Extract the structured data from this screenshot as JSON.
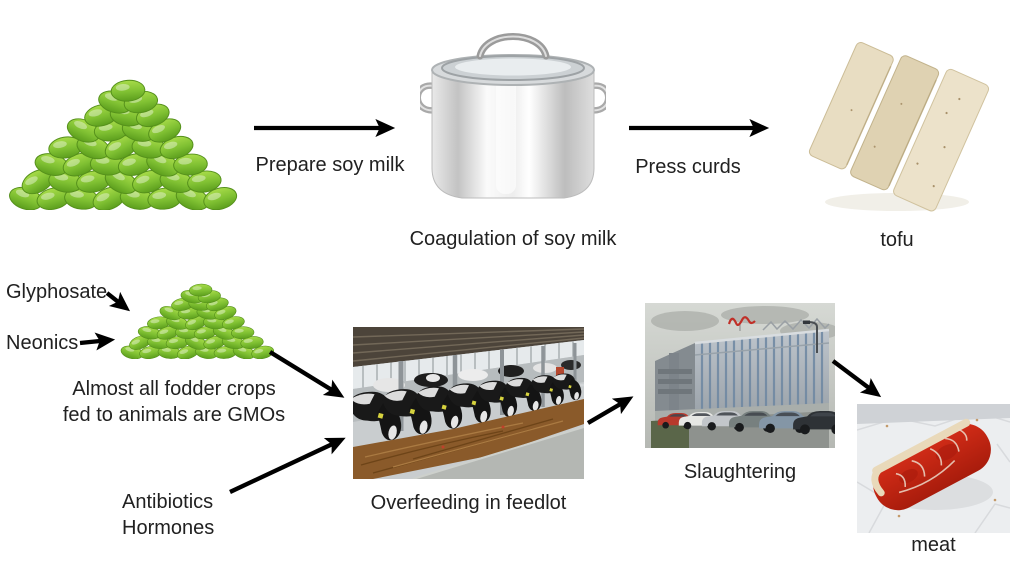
{
  "diagram": {
    "title_none": "",
    "tofu_flow": {
      "soybeans_image": "soybeans-pile-photo",
      "step1_label": "Prepare soy milk",
      "pot_image": "stockpot-photo",
      "pot_caption": "Coagulation of soy milk",
      "step2_label": "Press curds",
      "tofu_image": "tofu-slices-photo",
      "tofu_caption": "tofu"
    },
    "meat_flow": {
      "input1_label": "Glyphosate",
      "input2_label": "Neonics",
      "small_soybeans_image": "soybeans-pile-photo",
      "note_line1": "Almost all fodder crops",
      "note_line2": "fed to animals are GMOs",
      "input3_line1": "Antibiotics",
      "input3_line2": "Hormones",
      "feedlot_image": "cattle-feedlot-photo",
      "feedlot_caption": "Overfeeding in feedlot",
      "slaughterhouse_image": "slaughterhouse-building-photo",
      "slaughter_caption": "Slaughtering",
      "meat_image": "raw-steak-photo",
      "meat_caption": "meat"
    },
    "colors": {
      "background": "#ffffff",
      "text": "#212121",
      "arrow": "#000000",
      "bean_green": "#76b82e",
      "tofu_beige": "#e4d8ba",
      "feed_brown": "#8a5a2a",
      "meat_red": "#c7281a",
      "building_gray": "#a9b1b8"
    }
  }
}
